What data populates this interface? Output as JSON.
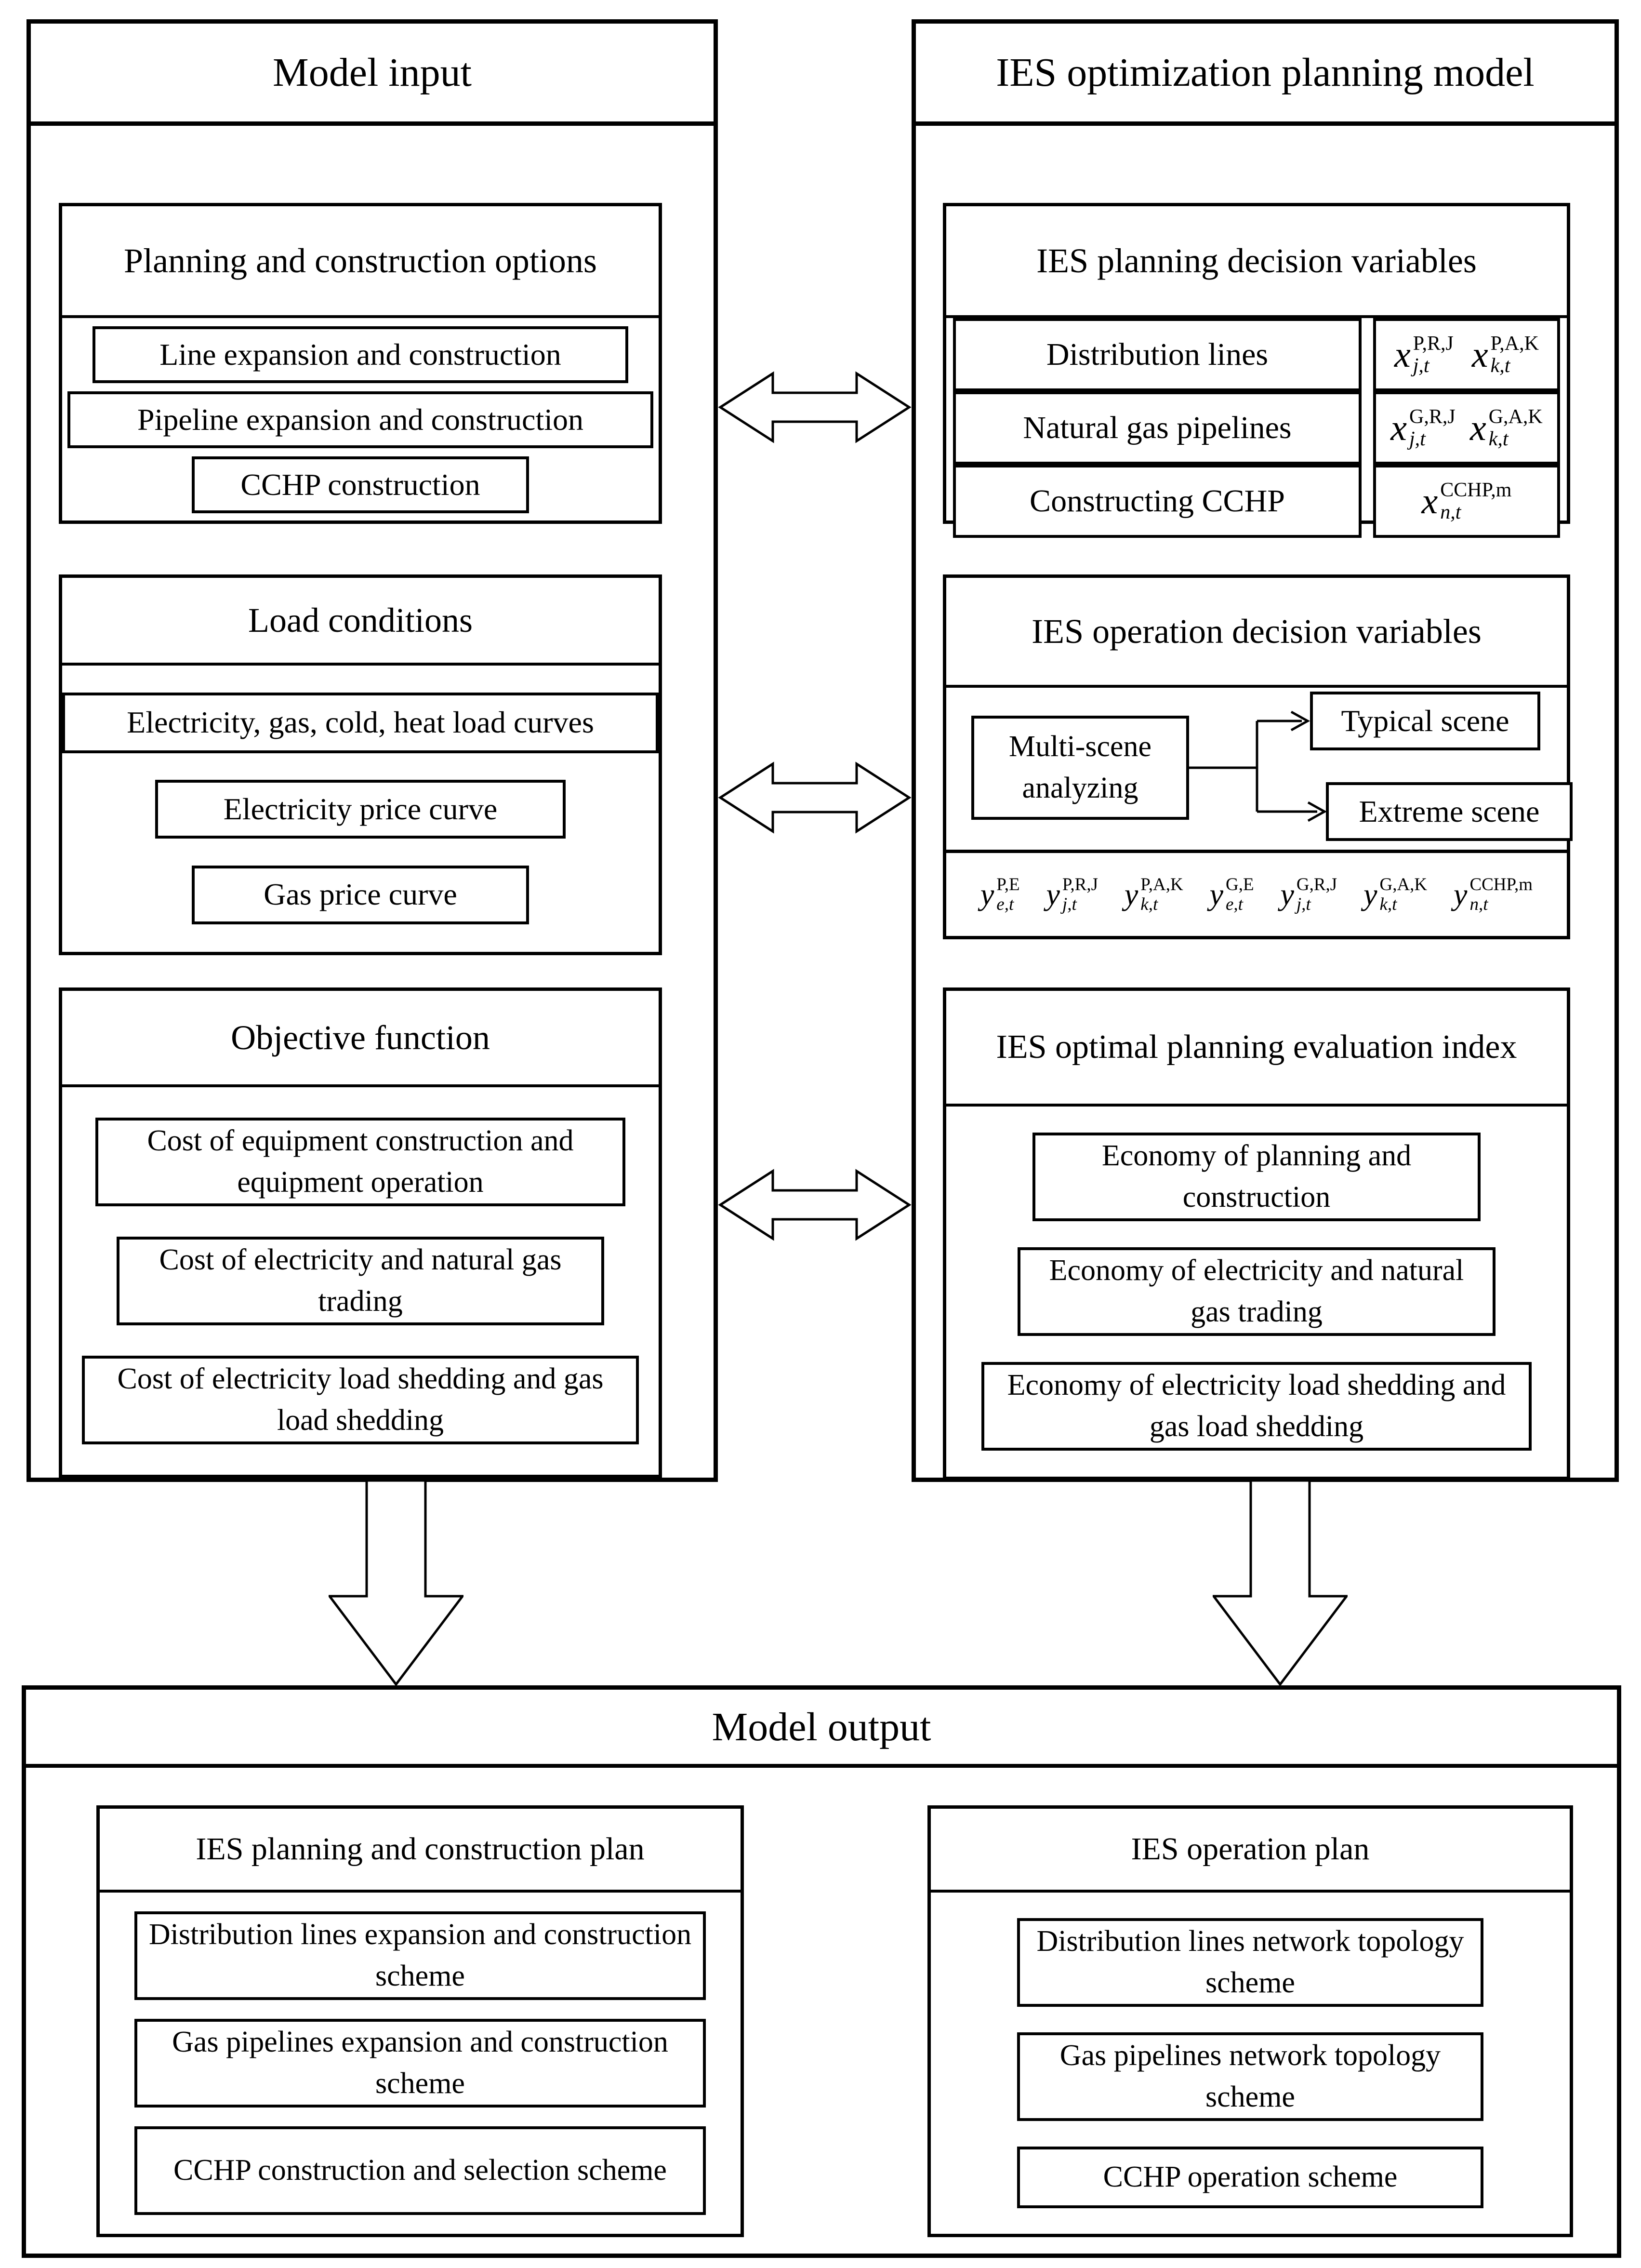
{
  "colors": {
    "background": "#ffffff",
    "line": "#000000"
  },
  "model_input": {
    "title": "Model input",
    "planning_options": {
      "title": "Planning and construction options",
      "items": [
        "Line expansion and construction",
        "Pipeline expansion and construction",
        "CCHP construction"
      ]
    },
    "load_conditions": {
      "title": "Load conditions",
      "items": [
        "Electricity, gas, cold, heat load curves",
        "Electricity price curve",
        "Gas price curve"
      ]
    },
    "objective_function": {
      "title": "Objective function",
      "items": [
        "Cost of equipment construction and equipment operation",
        "Cost of electricity and natural gas trading",
        "Cost of electricity load shedding and  gas load shedding"
      ]
    }
  },
  "planning_model": {
    "title": "IES optimization planning model",
    "planning_variables": {
      "title": "IES planning decision variables",
      "rows": [
        {
          "label": "Distribution lines",
          "vars": [
            {
              "base": "x",
              "sup": "P,R,J",
              "sub": "j,t"
            },
            {
              "base": "x",
              "sup": "P,A,K",
              "sub": "k,t"
            }
          ]
        },
        {
          "label": "Natural gas pipelines",
          "vars": [
            {
              "base": "x",
              "sup": "G,R,J",
              "sub": "j,t"
            },
            {
              "base": "x",
              "sup": "G,A,K",
              "sub": "k,t"
            }
          ]
        },
        {
          "label": "Constructing CCHP",
          "vars": [
            {
              "base": "x",
              "sup": "CCHP,m",
              "sub": "n,t"
            }
          ]
        }
      ]
    },
    "operation_variables": {
      "title": "IES operation decision variables",
      "source": "Multi-scene analyzing",
      "scenes": [
        "Typical scene",
        "Extreme scene"
      ],
      "variables": [
        {
          "base": "y",
          "sup": "P,E",
          "sub": "e,t"
        },
        {
          "base": "y",
          "sup": "P,R,J",
          "sub": "j,t"
        },
        {
          "base": "y",
          "sup": "P,A,K",
          "sub": "k,t"
        },
        {
          "base": "y",
          "sup": "G,E",
          "sub": "e,t"
        },
        {
          "base": "y",
          "sup": "G,R,J",
          "sub": "j,t"
        },
        {
          "base": "y",
          "sup": "G,A,K",
          "sub": "k,t"
        },
        {
          "base": "y",
          "sup": "CCHP,m",
          "sub": "n,t"
        }
      ]
    },
    "evaluation_index": {
      "title": "IES optimal planning evaluation index",
      "items": [
        "Economy of planning and construction",
        "Economy of electricity and natural gas trading",
        "Economy of electricity load shedding and gas load shedding"
      ]
    }
  },
  "model_output": {
    "title": "Model output",
    "construction_plan": {
      "title": "IES planning and construction plan",
      "items": [
        "Distribution lines expansion and construction scheme",
        "Gas pipelines expansion and construction scheme",
        "CCHP construction and selection scheme"
      ]
    },
    "operation_plan": {
      "title": "IES operation plan",
      "items": [
        "Distribution lines network topology scheme",
        "Gas pipelines network topology scheme",
        "CCHP operation scheme"
      ]
    }
  }
}
